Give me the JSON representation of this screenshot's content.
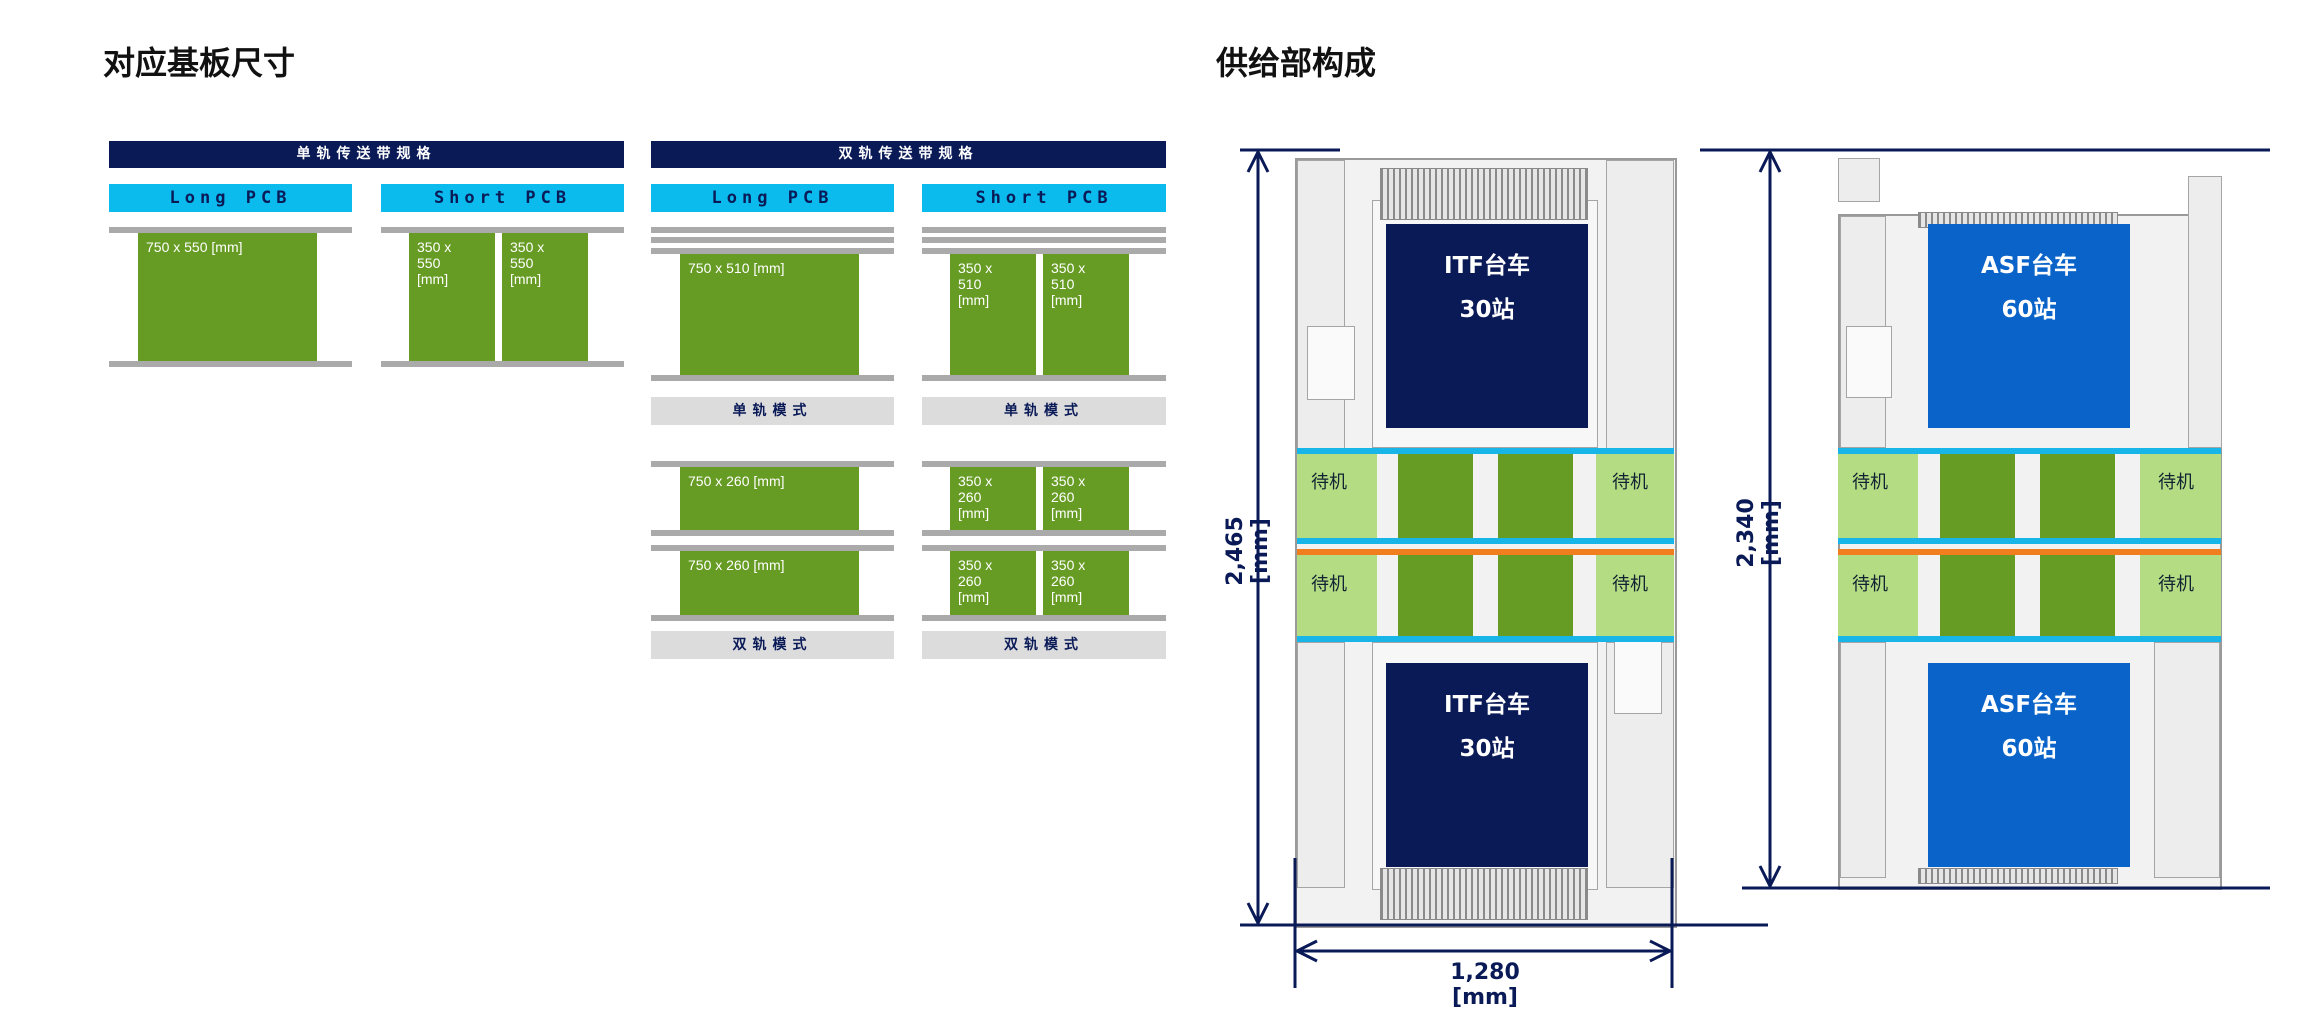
{
  "left": {
    "title": "对应基板尺寸",
    "single": {
      "header": "单轨传送带规格",
      "long": {
        "label": "Long PCB",
        "board": "750 x 550 [mm]"
      },
      "short": {
        "label": "Short PCB",
        "board_a": "350 x\n550\n[mm]",
        "board_b": "350 x\n550\n[mm]"
      }
    },
    "dual": {
      "header": "双轨传送带规格",
      "long": {
        "label": "Long PCB",
        "single_board": "750 x 510 [mm]",
        "single_mode": "单轨模式",
        "dual_board_1": "750 x 260 [mm]",
        "dual_board_2": "750 x 260 [mm]",
        "dual_mode": "双轨模式"
      },
      "short": {
        "label": "Short PCB",
        "single_board_a": "350 x\n510\n[mm]",
        "single_board_b": "350 x\n510\n[mm]",
        "single_mode": "单轨模式",
        "dual_board_1a": "350 x\n260\n[mm]",
        "dual_board_1b": "350 x\n260\n[mm]",
        "dual_board_2a": "350 x\n260\n[mm]",
        "dual_board_2b": "350 x\n260\n[mm]",
        "dual_mode": "双轨模式"
      }
    }
  },
  "right": {
    "title": "供给部构成",
    "itf": {
      "cart_top_line1": "ITF台车",
      "cart_top_line2": "30站",
      "cart_bottom_line1": "ITF台车",
      "cart_bottom_line2": "30站",
      "standby": [
        "待机",
        "待机",
        "待机",
        "待机"
      ],
      "height": "2,465 [mm]",
      "width": "1,280 [mm]"
    },
    "asf": {
      "cart_top_line1": "ASF台车",
      "cart_top_line2": "60站",
      "cart_bottom_line1": "ASF台车",
      "cart_bottom_line2": "60站",
      "standby": [
        "待机",
        "待机",
        "待机",
        "待机"
      ],
      "height": "2,340 [mm]"
    },
    "colors": {
      "navy": "#0a1a57",
      "blue": "#0a63c9",
      "cyan": "#0bbbee",
      "green_dark": "#679c24",
      "green_light": "#b4dc82",
      "orange": "#f07d1e"
    }
  }
}
